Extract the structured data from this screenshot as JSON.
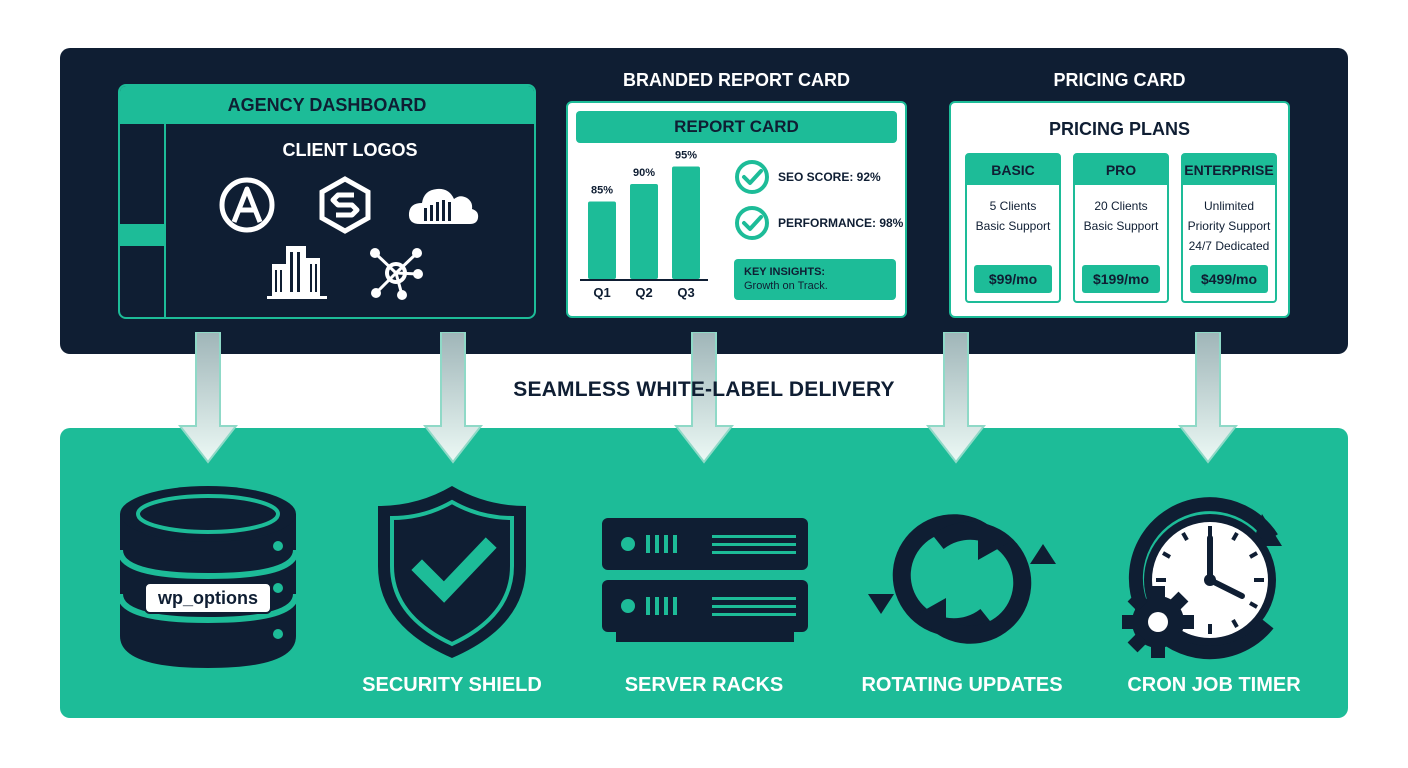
{
  "colors": {
    "navy": "#0f1e33",
    "teal": "#1dbc98",
    "white": "#ffffff"
  },
  "dashboard": {
    "title": "AGENCY DASHBOARD",
    "subtitle": "CLIENT LOGOS",
    "logos": [
      "circle-a-logo",
      "hexagon-s-logo",
      "cloud-logo",
      "buildings-logo",
      "network-nodes-logo"
    ]
  },
  "report": {
    "section_title": "BRANDED REPORT CARD",
    "card_title": "REPORT CARD",
    "metrics": [
      {
        "label": "SEO SCORE: 92%",
        "icon": "check-circle-icon"
      },
      {
        "label": "PERFORMANCE: 98%",
        "icon": "check-circle-icon"
      }
    ],
    "insights_title": "KEY INSIGHTS:",
    "insights_text": "Growth on Track."
  },
  "chart_data": {
    "type": "bar",
    "categories": [
      "Q1",
      "Q2",
      "Q3"
    ],
    "values": [
      85,
      90,
      95
    ],
    "value_labels": [
      "85%",
      "90%",
      "95%"
    ],
    "ylim": [
      0,
      100
    ]
  },
  "pricing": {
    "section_title": "PRICING CARD",
    "card_title": "PRICING PLANS",
    "plans": [
      {
        "name": "BASIC",
        "features": [
          "5 Clients",
          "Basic Support"
        ],
        "price": "$99/mo"
      },
      {
        "name": "PRO",
        "features": [
          "20 Clients",
          "Basic Support"
        ],
        "price": "$199/mo"
      },
      {
        "name": "ENTERPRISE",
        "features": [
          "Unlimited",
          "Priority Support",
          "24/7 Dedicated"
        ],
        "price": "$499/mo"
      }
    ]
  },
  "middle_label": "SEAMLESS WHITE-LABEL DELIVERY",
  "bottom": {
    "database_label": "wp_options",
    "items": [
      {
        "label": "SECURITY SHIELD",
        "icon": "shield-check-icon"
      },
      {
        "label": "SERVER RACKS",
        "icon": "server-rack-icon"
      },
      {
        "label": "ROTATING UPDATES",
        "icon": "rotating-arrows-icon"
      },
      {
        "label": "CRON JOB TIMER",
        "icon": "clock-gear-icon"
      }
    ],
    "database_icon": "database-icon"
  }
}
